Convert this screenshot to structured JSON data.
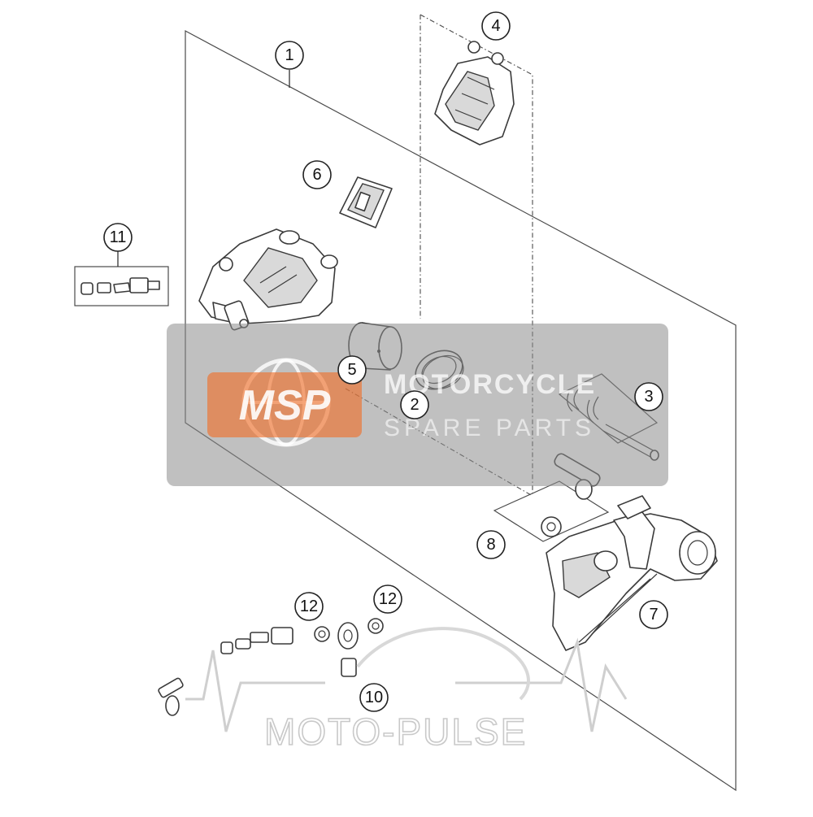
{
  "callouts": {
    "c1": "1",
    "c2": "2",
    "c3": "3",
    "c4": "4",
    "c5": "5",
    "c6": "6",
    "c7": "7",
    "c8": "8",
    "c10": "10",
    "c11": "11",
    "c12a": "12",
    "c12b": "12"
  },
  "watermark_msp": {
    "logo_text": "MSP",
    "line1": "MOTORCYCLE",
    "line2": "SPARE PARTS",
    "logo_color": "#f26a21",
    "panel_color": "#8c8c8c"
  },
  "watermark_motopulse": {
    "text": "MOTO-PULSE"
  }
}
